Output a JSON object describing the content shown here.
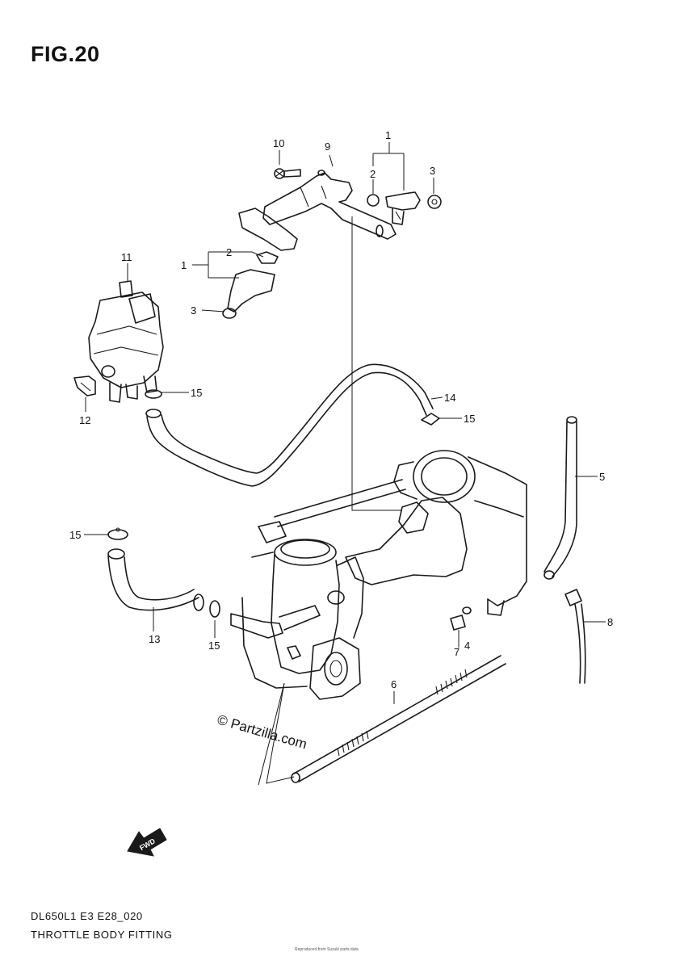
{
  "figure": {
    "title": "FIG.20",
    "code": "DL650L1 E3 E28_020",
    "name": "THROTTLE BODY FITTING",
    "footer_note": "Reproduced from Suzuki parts data"
  },
  "watermark": "© Partzilla.com",
  "fwd_label": "FWD",
  "callouts": {
    "c1a": "1",
    "c2a": "2",
    "c3a": "3",
    "c9": "9",
    "c10": "10",
    "c11": "11",
    "c1b": "1",
    "c2b": "2",
    "c3b": "3",
    "c12": "12",
    "c15a": "15",
    "c14": "14",
    "c15b": "15",
    "c5": "5",
    "c15c": "15",
    "c13": "13",
    "c15d": "15",
    "c8": "8",
    "c7": "7",
    "c4": "4",
    "c6": "6"
  },
  "colors": {
    "line": "#1a1a1a",
    "background": "#ffffff"
  }
}
